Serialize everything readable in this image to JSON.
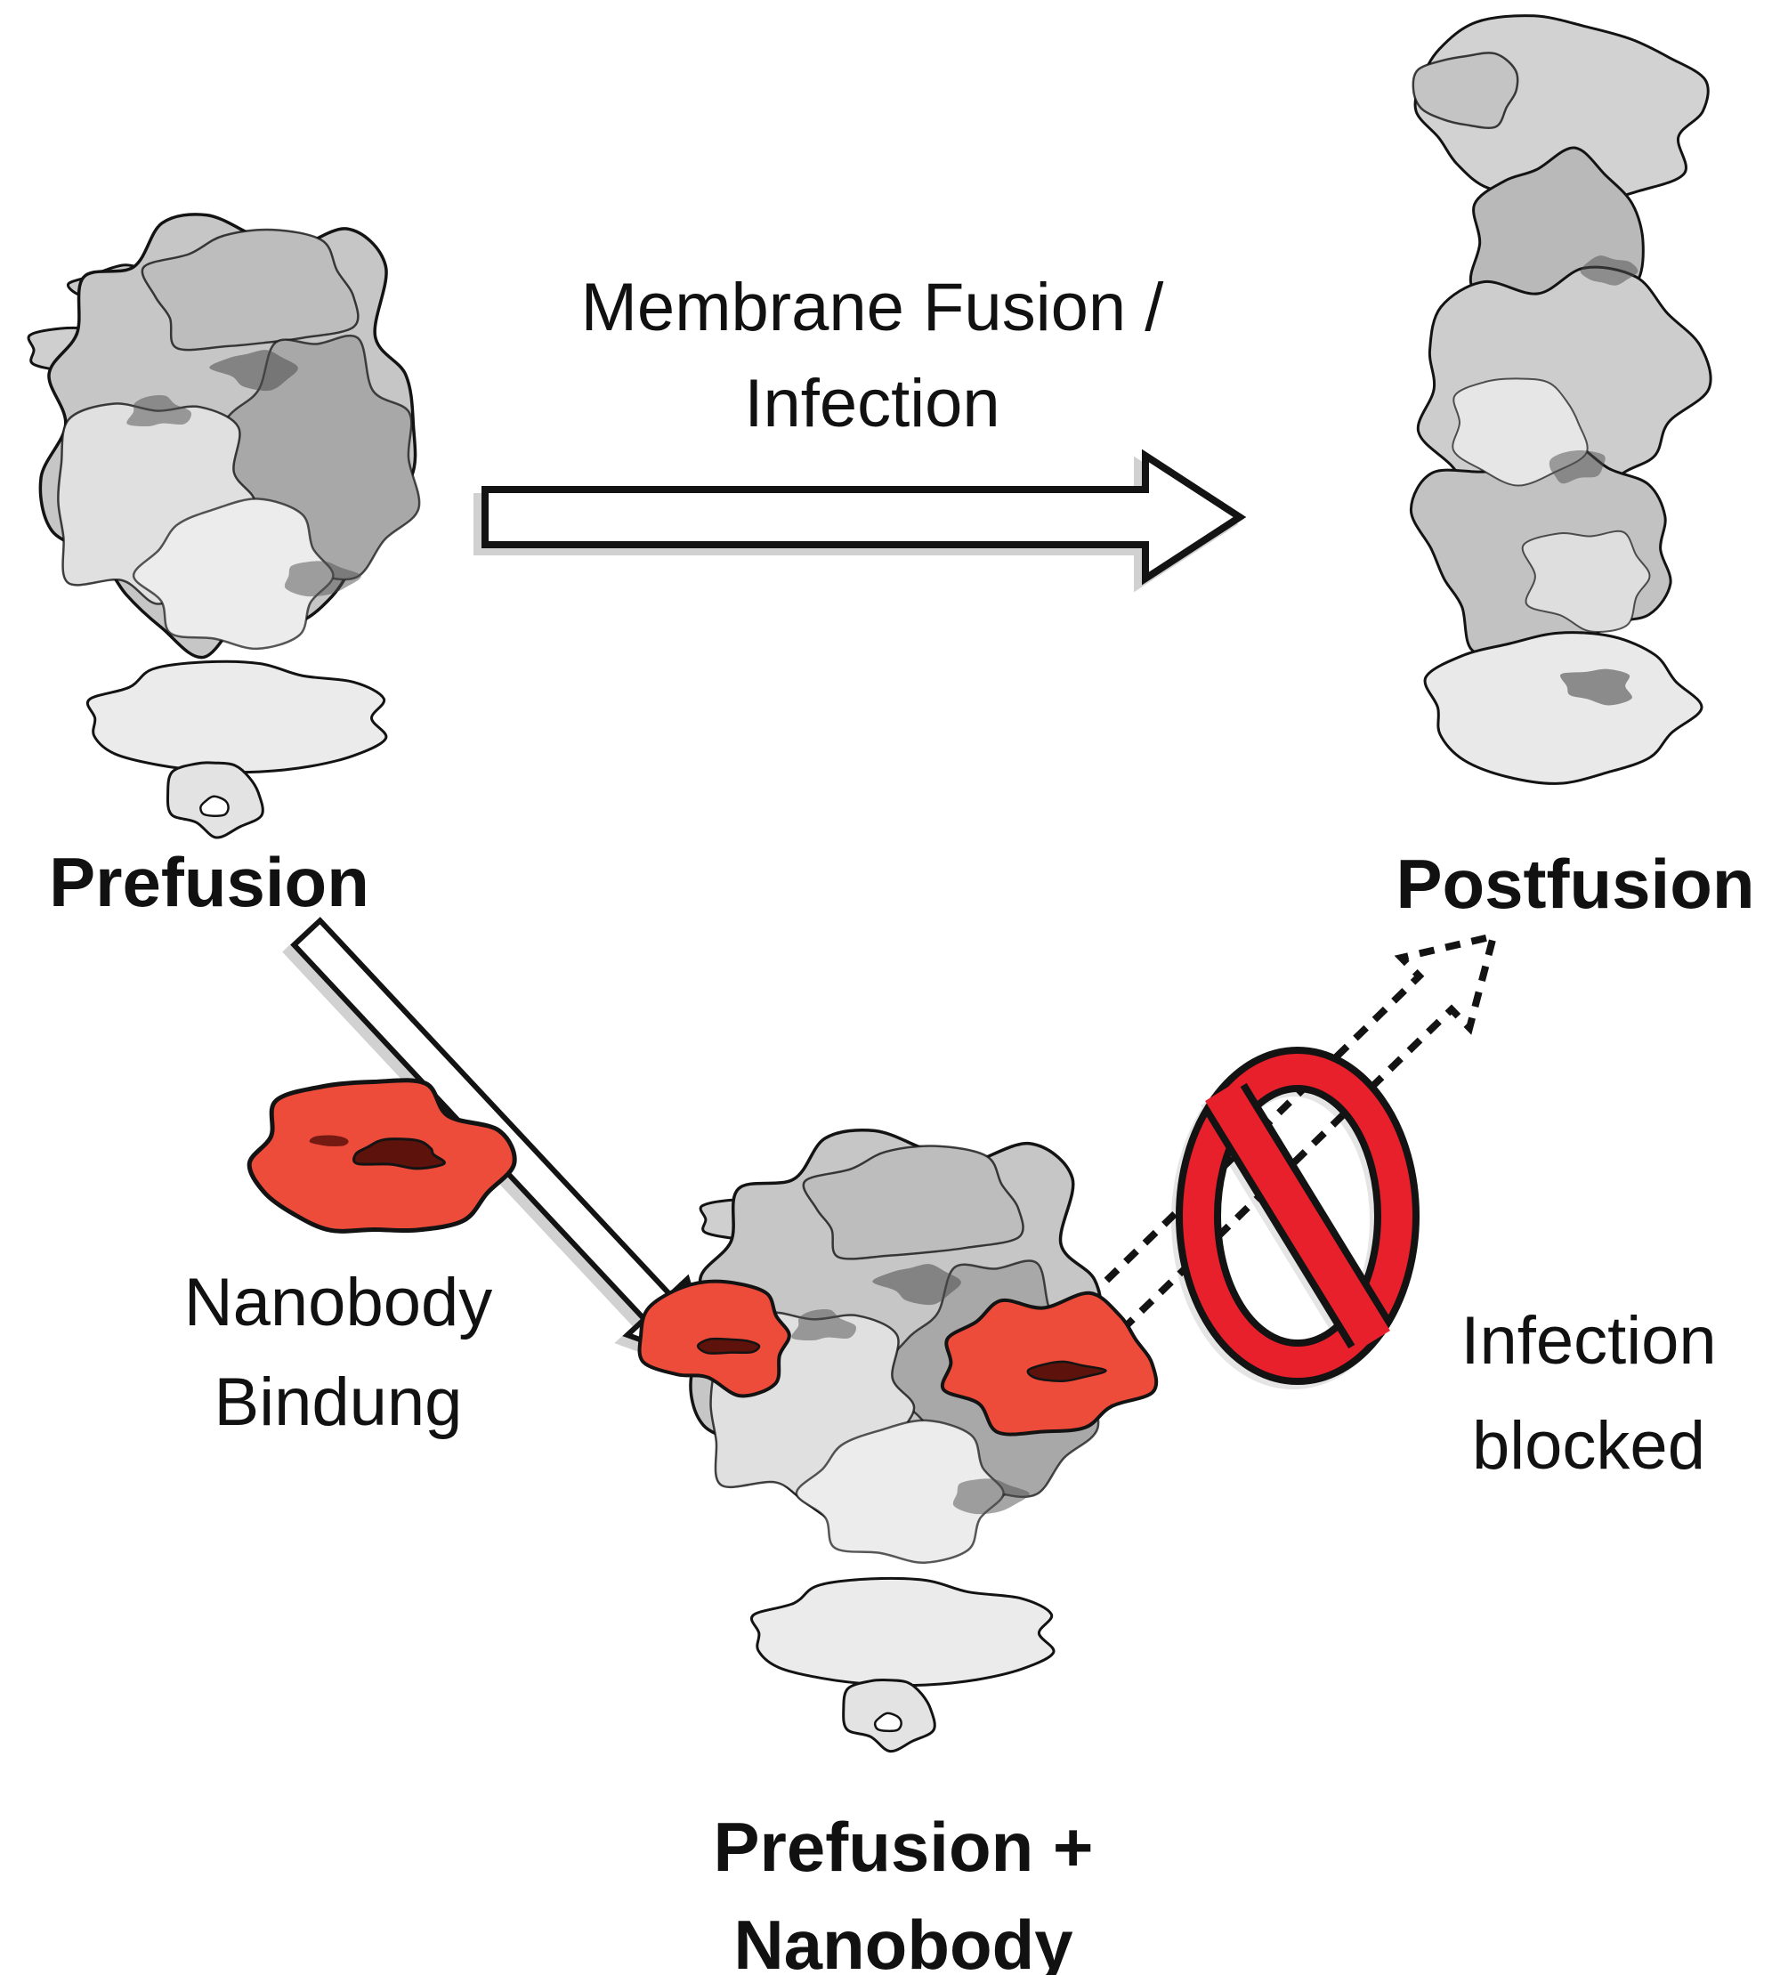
{
  "figure": {
    "background": "#FFFFFF",
    "states": {
      "prefusion": {
        "label": "Prefusion"
      },
      "postfusion": {
        "label": "Postfusion"
      },
      "complex": {
        "label_line1": "Prefusion +",
        "label_line2": "Nanobody"
      }
    },
    "transitions": {
      "fusion": {
        "line1": "Membrane Fusion /",
        "line2": "Infection"
      },
      "binding": {
        "line1": "Nanobody",
        "line2": "Bindung"
      },
      "blocked": {
        "line1": "Infection",
        "line2": "blocked"
      }
    },
    "icons": {
      "prohibition": "prohibition-icon",
      "fusion_arrow": "right-arrow-icon",
      "binding_arrow": "diagonal-arrow-icon",
      "blocked_arrow": "dashed-arrow-icon"
    },
    "colors": {
      "nanobody_red": "#ED4C3B",
      "nanobody_slit_dark": "#5E120C",
      "prohibition_red": "#E8202B",
      "outline_black": "#131313",
      "density_gray": "#C6C6C6",
      "density_gray_light": "#EBEBEB",
      "density_gray_dark": "#A8A8A8"
    }
  }
}
